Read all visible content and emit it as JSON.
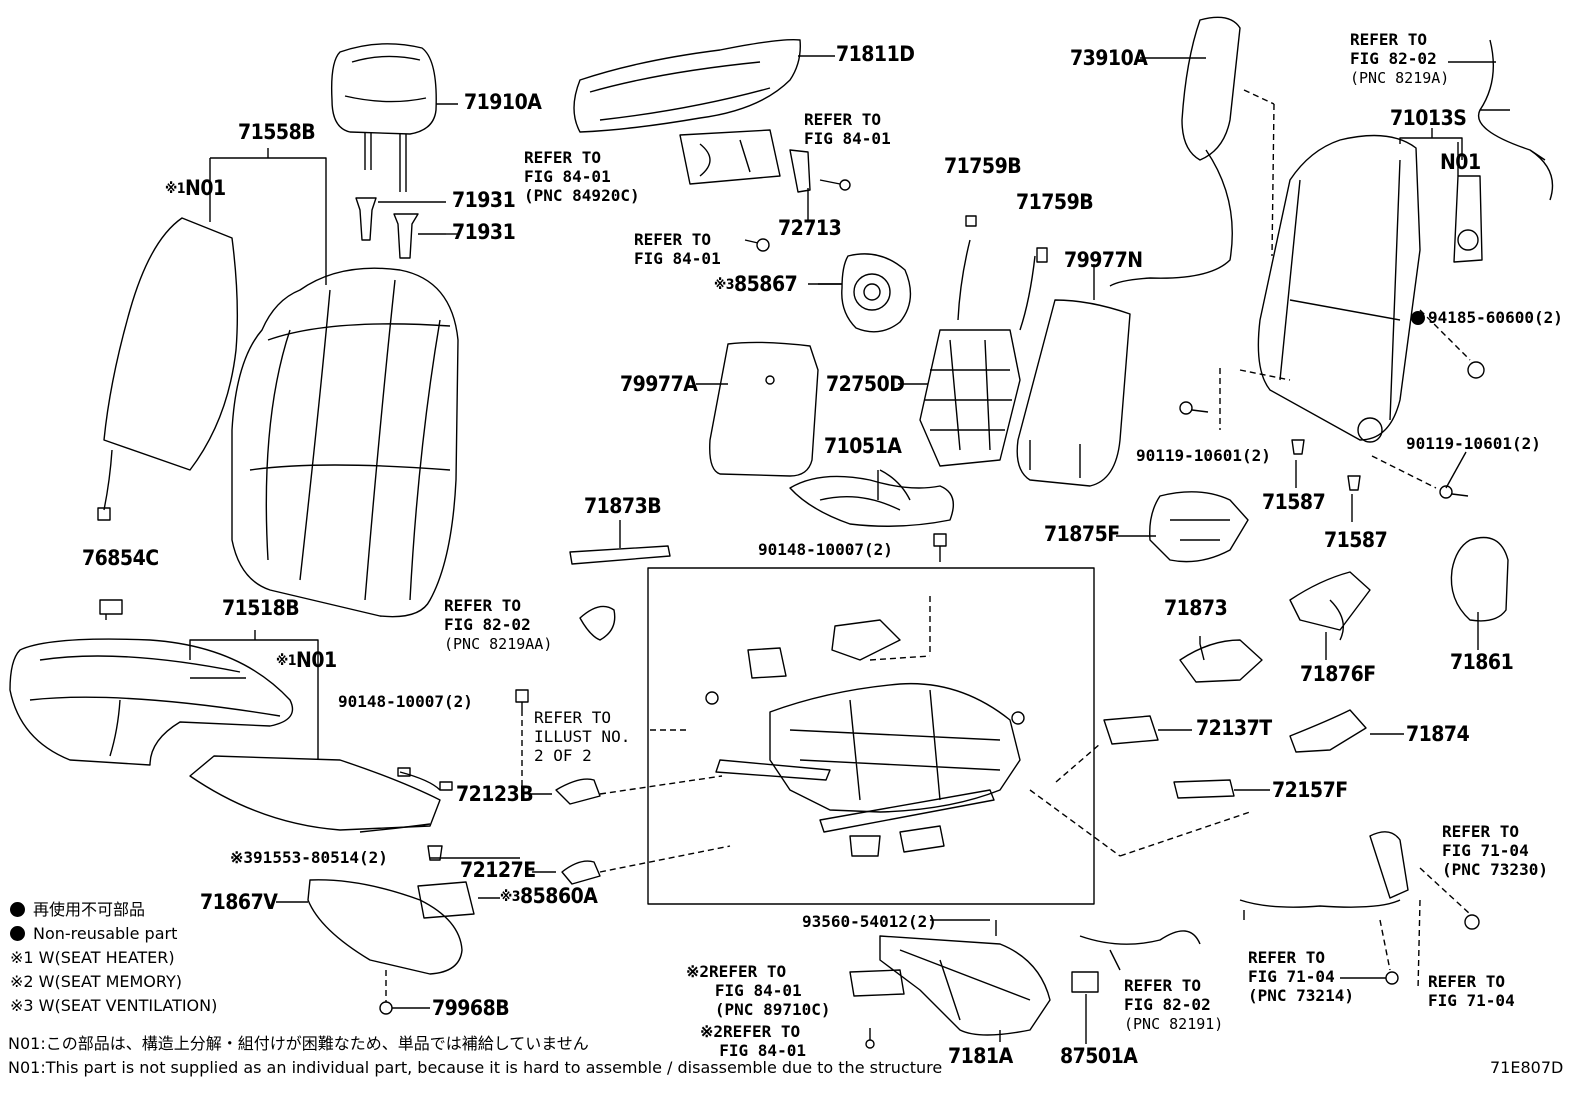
{
  "labels": {
    "p71811D": "71811D",
    "p71910A": "71910A",
    "p71558B": "71558B",
    "p71931a": "71931",
    "p71931b": "71931",
    "p72713": "72713",
    "p85867": "85867",
    "p71759B_a": "71759B",
    "p71759B_b": "71759B",
    "p79977N": "79977N",
    "p73910A": "73910A",
    "p71013S": "71013S",
    "p79977A": "79977A",
    "p72750D": "72750D",
    "p71051A": "71051A",
    "p71873B": "71873B",
    "p76854C": "76854C",
    "p71518B": "71518B",
    "p72123B": "72123B",
    "p72127E": "72127E",
    "p85860A": "85860A",
    "p71867V": "71867V",
    "p79968B": "79968B",
    "p71875F": "71875F",
    "p71587a": "71587",
    "p71587b": "71587",
    "p71873": "71873",
    "p71876F": "71876F",
    "p71861": "71861",
    "p72137T": "72137T",
    "p71874": "71874",
    "p72157F": "72157F",
    "p7181A": "7181A",
    "p87501A": "87501A",
    "n01_upper": "N01",
    "n01_mid": "N01",
    "n01_right": "N01",
    "b90119a": "90119-10601(2)",
    "b90119b": "90119-10601(2)",
    "b94185": "94185-60600(2)",
    "b90148a": "90148-10007(2)",
    "b90148b": "90148-10007(2)",
    "b91553": "91553-80514(2)",
    "b93560": "93560-54012(2)",
    "mark1": "※1",
    "mark3": "※3",
    "mark2": "※2"
  },
  "refs": {
    "r_fig8401_a": {
      "l1": "REFER TO",
      "l2": "FIG 84-01",
      "l3": "(PNC 84920C)"
    },
    "r_fig8401_b": {
      "l1": "REFER TO",
      "l2": "FIG 84-01"
    },
    "r_fig8401_c": {
      "l1": "REFER TO",
      "l2": "FIG 84-01"
    },
    "r_fig8202_a": {
      "l1": "REFER TO",
      "l2": "FIG 82-02",
      "l3": "(PNC 8219A)"
    },
    "r_fig8202_b": {
      "l1": "REFER TO",
      "l2": "FIG 82-02",
      "l3": "(PNC 8219AA)"
    },
    "r_illust": {
      "l1": "REFER TO",
      "l2": "ILLUST NO.",
      "l3": "2 OF 2"
    },
    "r_fig8401_d": {
      "l1": "REFER TO",
      "l2": "FIG 84-01",
      "l3": "(PNC 89710C)"
    },
    "r_fig8401_e": {
      "l1": "REFER TO",
      "l2": "FIG 84-01"
    },
    "r_fig8202_c": {
      "l1": "REFER TO",
      "l2": "FIG 82-02",
      "l3": "(PNC 82191)"
    },
    "r_fig7104_a": {
      "l1": "REFER TO",
      "l2": "FIG 71-04",
      "l3": "(PNC 73230)"
    },
    "r_fig7104_b": {
      "l1": "REFER TO",
      "l2": "FIG 71-04",
      "l3": "(PNC 73214)"
    },
    "r_fig7104_c": {
      "l1": "REFER TO",
      "l2": "FIG 71-04"
    }
  },
  "legend": {
    "nonreusable_jp": "再使用不可部品",
    "nonreusable_en": "Non-reusable part",
    "note1": "※1 W(SEAT HEATER)",
    "note2": "※2 W(SEAT MEMORY)",
    "note3": "※3 W(SEAT VENTILATION)"
  },
  "footnotes": {
    "n01_jp": "N01:この部品は、構造上分解・組付けが困難なため、単品では補給していません",
    "n01_en": "N01:This part is not supplied as an individual part, because it is hard to assemble / disassemble due to the structure"
  },
  "figure_code": "71E807D"
}
